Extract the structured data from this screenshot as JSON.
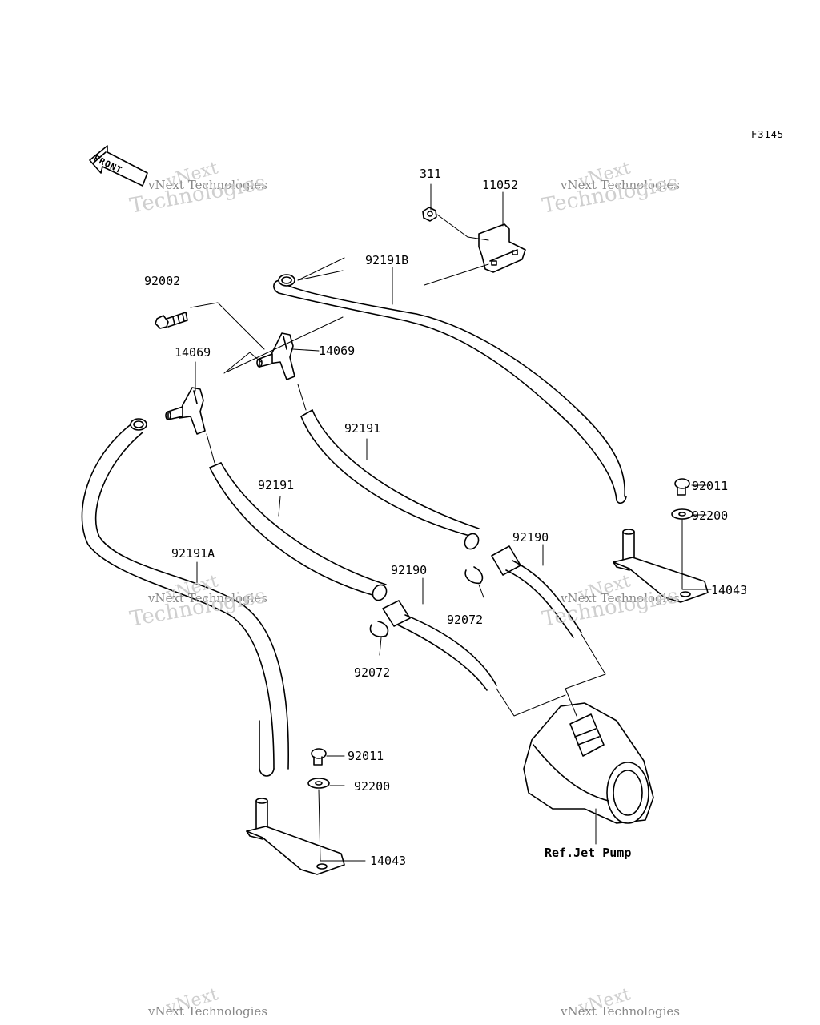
{
  "figure_code": "F3145",
  "front_label": "FRONT",
  "watermark": {
    "line1": "vNext",
    "line2": "vNext Technologies",
    "line3": "Technologies"
  },
  "parts": {
    "p311": "311",
    "p11052": "11052",
    "p92191B": "92191B",
    "p92002": "92002",
    "p14069_left": "14069",
    "p14069_right": "14069",
    "p92191_upper": "92191",
    "p92191_lower": "92191",
    "p92191A": "92191A",
    "p92011_right": "92011",
    "p92200_right": "92200",
    "p14043_right": "14043",
    "p92190_right": "92190",
    "p92190_left": "92190",
    "p92072_right": "92072",
    "p92072_left": "92072",
    "p92011_left": "92011",
    "p92200_left": "92200",
    "p14043_left": "14043"
  },
  "reference": "Ref.Jet Pump"
}
